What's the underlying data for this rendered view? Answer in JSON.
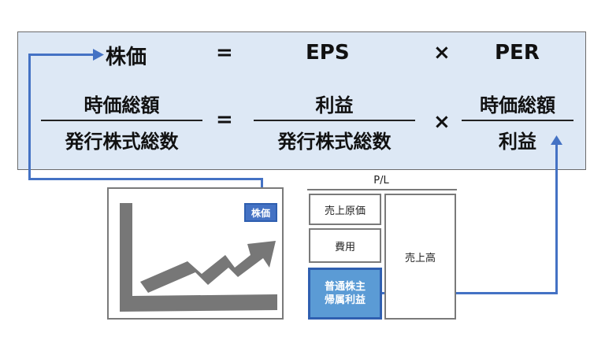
{
  "formula_row1": {
    "lhs": "株価",
    "eq": "=",
    "term1": "EPS",
    "op": "×",
    "term2": "PER"
  },
  "formula_row2": {
    "lhs_num": "時価総額",
    "lhs_den": "発行株式総数",
    "eq": "=",
    "t1_num": "利益",
    "t1_den": "発行株式総数",
    "op": "×",
    "t2_num": "時価総額",
    "t2_den": "利益"
  },
  "chart": {
    "label": "株価"
  },
  "pl": {
    "title": "P/L",
    "cost_of_sales": "売上原価",
    "expenses": "費用",
    "net_income_line1": "普通株主",
    "net_income_line2": "帰属利益",
    "revenue": "売上高"
  },
  "colors": {
    "panel_bg": "#dde8f5",
    "connector": "#4472c4",
    "highlight_box": "#5b9bd5",
    "border_gray": "#7a7a7a"
  }
}
